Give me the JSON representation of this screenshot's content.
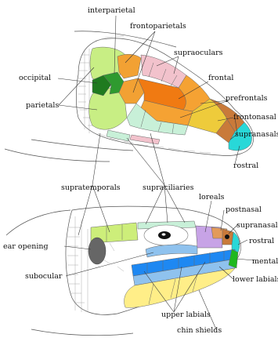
{
  "labels": {
    "interparietal": "interparietal",
    "frontoparietals": "frontoparietals",
    "occipital": "occipital",
    "supraoculars": "supraoculars",
    "parietals": "parietals",
    "frontal": "frontal",
    "prefrontals": "prefrontals",
    "frontonasal": "frontonasal",
    "supranasals_top": "supranasals",
    "rostral_top": "rostral",
    "supratemporals": "supratemporals",
    "supraciliaries": "supraciliaries",
    "loreals": "loreals",
    "postnasal": "postnasal",
    "supranasal": "supranasal",
    "rostral_side": "rostral",
    "ear_opening": "ear opening",
    "mental": "mental",
    "lower_labials": "lower labials",
    "subocular": "subocular",
    "upper_labials": "upper labials",
    "chin_shields": "chin shields"
  },
  "colors": {
    "parietal_green": "#c8ee84",
    "occipital_green": "#1f7a1f",
    "interparietal_green": "#2f9a2f",
    "frontoparietal_orange": "#f2a133",
    "frontal_orange": "#f07a12",
    "prefrontal_orange": "#f5a233",
    "frontonasal_yellow": "#eecb3b",
    "supranasal_brown": "#c97a3a",
    "rostral_cyan": "#28d8d8",
    "supraocular_pink": "#f2c2cc",
    "supraciliary_mint": "#c8f0d8",
    "supratemporal_lime": "#cdee7a",
    "loreal_purple": "#c7a3e6",
    "postnasal_orange": "#e39a5a",
    "labial_blue": "#1e88f2",
    "subocular_blue": "#8fc2ee",
    "chin_yellow": "#ffee88",
    "mental_green": "#1fb81f",
    "ear_gray": "#666666",
    "scale_gray": "#ffffff"
  }
}
